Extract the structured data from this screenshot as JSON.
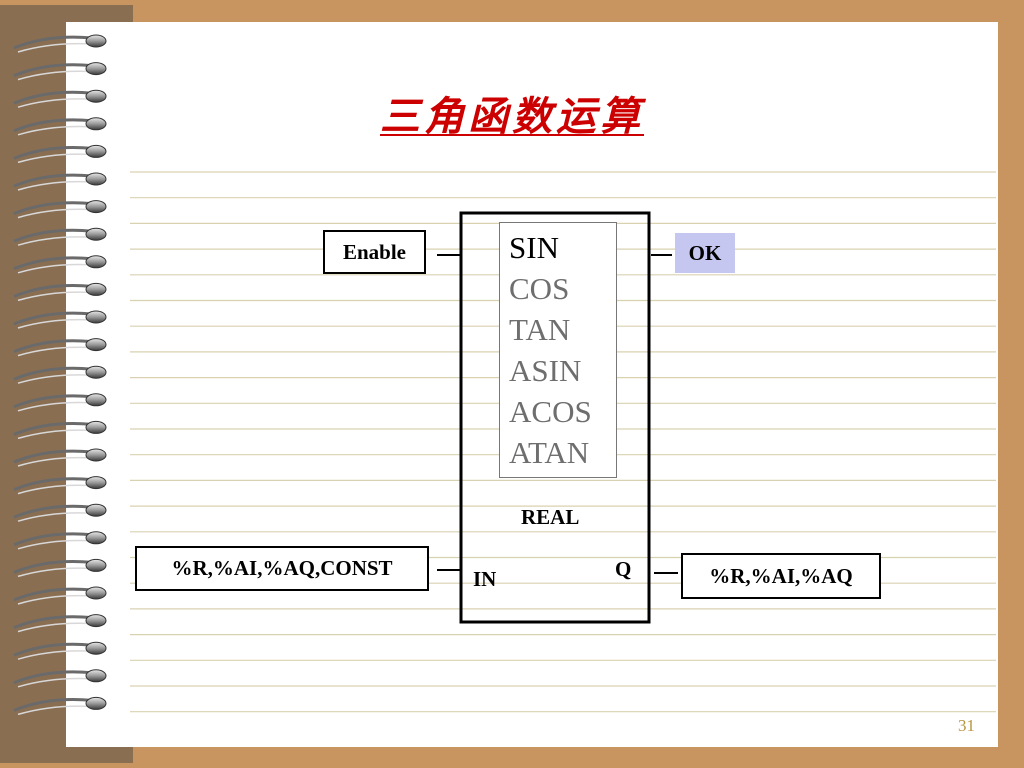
{
  "slide": {
    "title": "三角函数运算",
    "page_number": "31",
    "colors": {
      "title": "#cc0000",
      "ok_fill": "#c6c7f0",
      "ruled_lines": "#d9d2b0",
      "page_number": "#b8963f",
      "background": "#c8945f"
    }
  },
  "block": {
    "functions": [
      "SIN",
      "COS",
      "TAN",
      "ASIN",
      "ACOS",
      "ATAN"
    ],
    "data_type": "REAL",
    "input_port": "IN",
    "output_port": "Q"
  },
  "labels": {
    "enable": "Enable",
    "ok": "OK",
    "input_operands": "%R,%AI,%AQ,CONST",
    "output_operands": "%R,%AI,%AQ"
  }
}
